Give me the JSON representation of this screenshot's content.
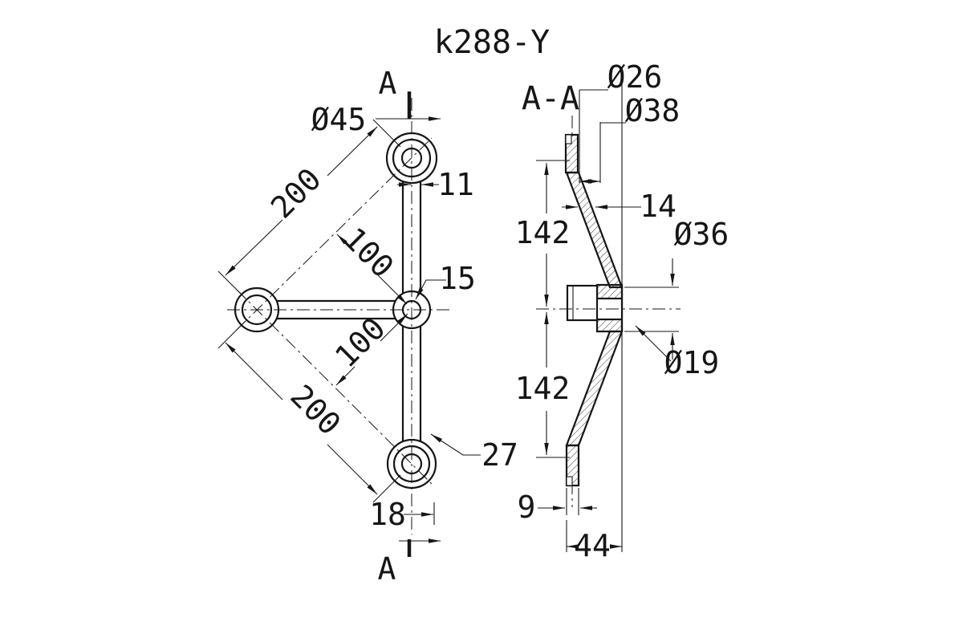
{
  "title": "k288-Y",
  "colors": {
    "line": "#161616",
    "background": "#ffffff"
  },
  "front_view": {
    "section_marker_top": "A",
    "section_marker_bottom": "A",
    "dims": {
      "dia45": "Ø45",
      "w11": "11",
      "len200_upper": "200",
      "off100_upper": "100",
      "bore15": "15",
      "off100_lower": "100",
      "len200_lower": "200",
      "w27": "27",
      "bore18": "18"
    }
  },
  "section_view": {
    "label": "A-A",
    "dims": {
      "dia26": "Ø26",
      "dia38": "Ø38",
      "t14": "14",
      "span142_upper": "142",
      "dia36": "Ø36",
      "span142_lower": "142",
      "dia19": "Ø19",
      "t9": "9",
      "depth44": "44"
    }
  }
}
